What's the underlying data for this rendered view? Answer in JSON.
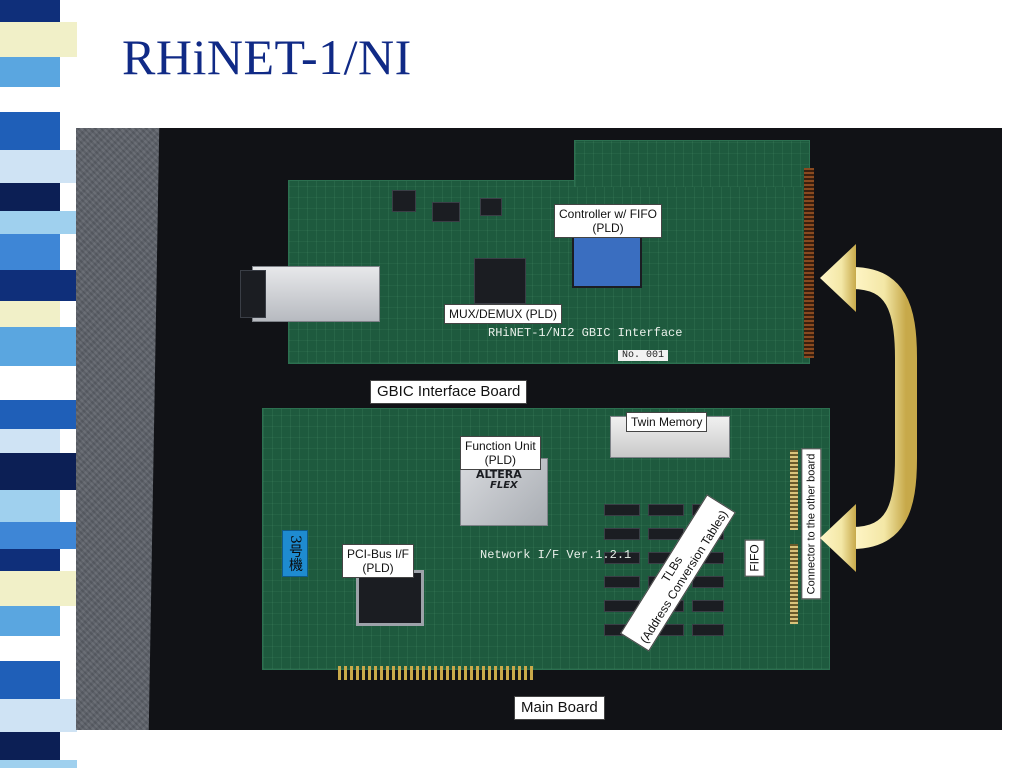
{
  "slide": {
    "title": "RHiNET-1/NI"
  },
  "photo": {
    "labels": {
      "controller": "Controller w/ FIFO\n(PLD)",
      "mux": "MUX/DEMUX (PLD)",
      "gbic_board": "GBIC Interface Board",
      "twin_memory": "Twin Memory",
      "function_unit": "Function Unit\n(PLD)",
      "pci_bus": "PCI-Bus I/F\n(PLD)",
      "tlbs": "TLBs\n(Address Conversion Tables)",
      "fifo": "FIFO",
      "connector": "Connector to the other board",
      "main_board": "Main Board"
    },
    "silkscreen": {
      "gbic_title": "RHiNET-1/NI2 GBIC Interface",
      "serial_no": "No. 001",
      "network_if": "Network I/F Ver.1.2.1",
      "chip_brand_altera": "ALTERA",
      "chip_brand_flex": "FLEX",
      "stamp_text": "3号機"
    }
  },
  "colors": {
    "title": "#102a86",
    "board_green": "#1e5a3e",
    "arrow": "#f3e7a6"
  },
  "icons": {
    "arrow": "double-curved-arrow-icon"
  }
}
